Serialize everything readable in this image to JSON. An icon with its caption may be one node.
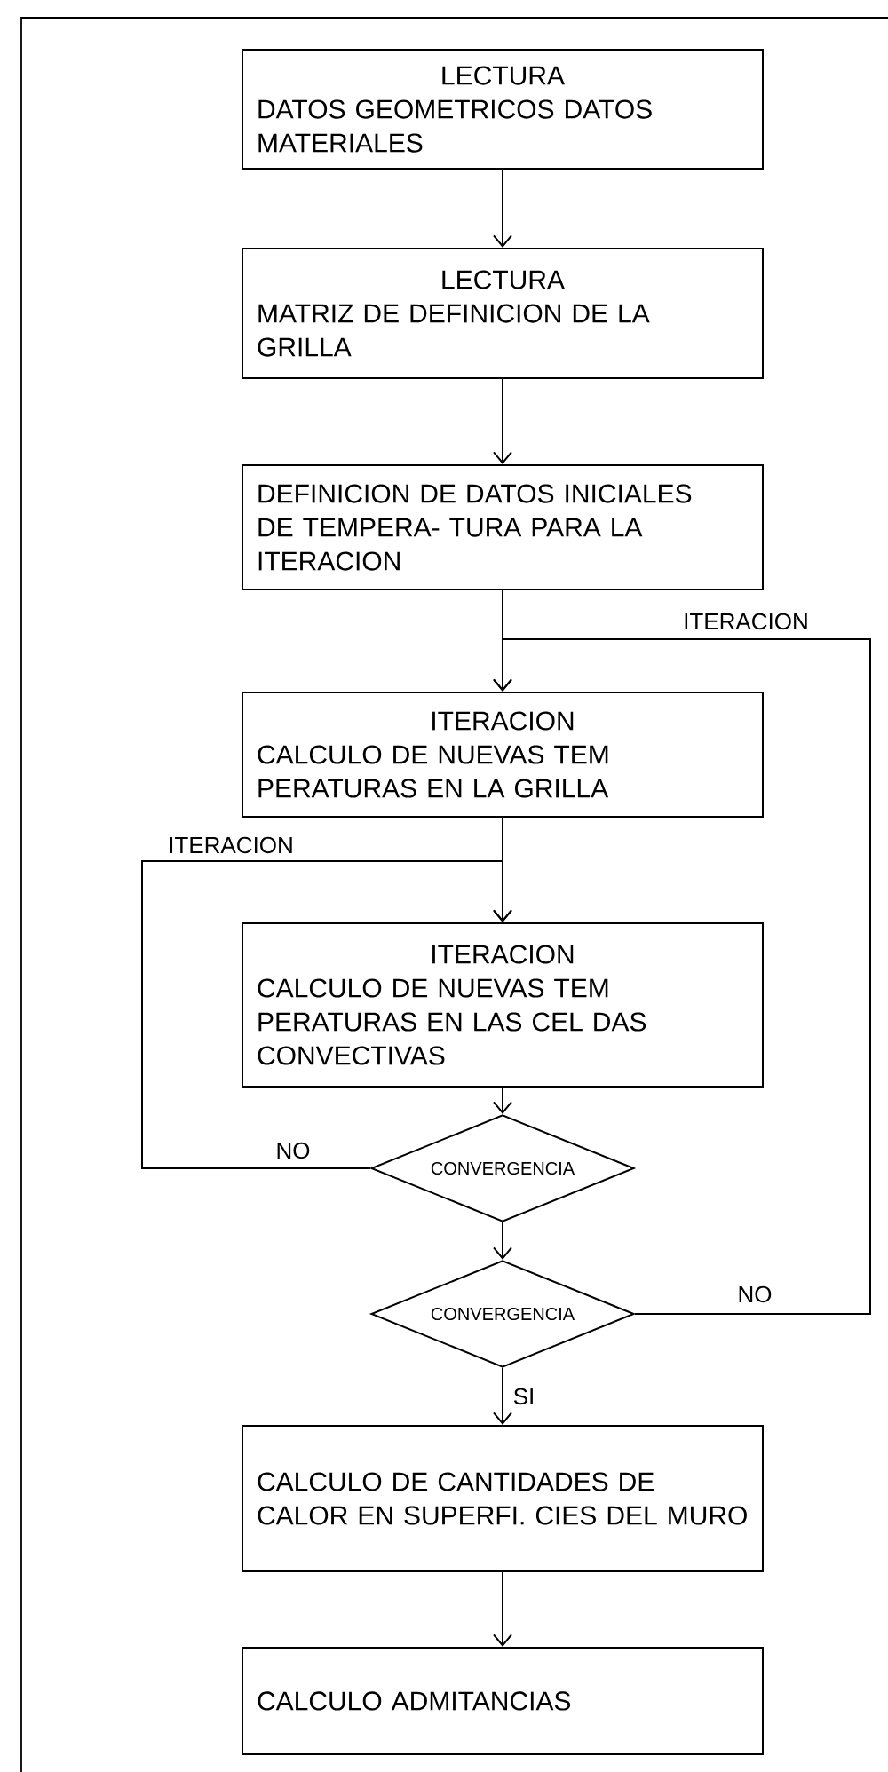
{
  "diagram": {
    "nodes": [
      {
        "text": [
          "LECTURA",
          "DATOS GEOMETRICOS DATOS MATERIALES"
        ]
      },
      {
        "text": [
          "LECTURA",
          "MATRIZ DE DEFINICION DE LA GRILLA"
        ]
      },
      {
        "text": [
          "DEFINICION DE DATOS INICIALES DE TEMPERA- TURA PARA LA ITERACION"
        ]
      },
      {
        "text": [
          "ITERACION",
          "CALCULO DE NUEVAS TEM PERATURAS EN LA GRILLA"
        ]
      },
      {
        "text": [
          "ITERACION",
          "CALCULO DE NUEVAS TEM PERATURAS EN LAS CEL DAS CONVECTIVAS"
        ]
      },
      {
        "text": [
          "CONVERGENCIA"
        ]
      },
      {
        "text": [
          "CONVERGENCIA"
        ]
      },
      {
        "text": [
          "CALCULO DE CANTIDADES DE CALOR EN SUPERFI. CIES DEL MURO"
        ]
      },
      {
        "text": [
          "CALCULO ADMITANCIAS"
        ]
      }
    ],
    "edges": [
      {
        "from": 0,
        "to": 1,
        "arrow": "to"
      },
      {
        "from": 1,
        "to": 2,
        "arrow": "to"
      },
      {
        "from": 2,
        "to": 3,
        "arrow": "to"
      },
      {
        "from": 3,
        "to": 4,
        "arrow": "to"
      },
      {
        "from": 4,
        "to": 5,
        "arrow": "to"
      },
      {
        "from": 5,
        "to": 6,
        "arrow": "to"
      },
      {
        "from": 6,
        "to": 7,
        "arrow": "to",
        "label": "SI"
      },
      {
        "from": 7,
        "to": 8,
        "arrow": "to"
      },
      {
        "from": 5,
        "to": 4,
        "arrow": "to",
        "label": "NO"
      },
      {
        "from": 6,
        "to": 3,
        "arrow": "to",
        "label": "NO"
      }
    ],
    "labels": [
      "ITERACION",
      "ITERACION"
    ]
  }
}
